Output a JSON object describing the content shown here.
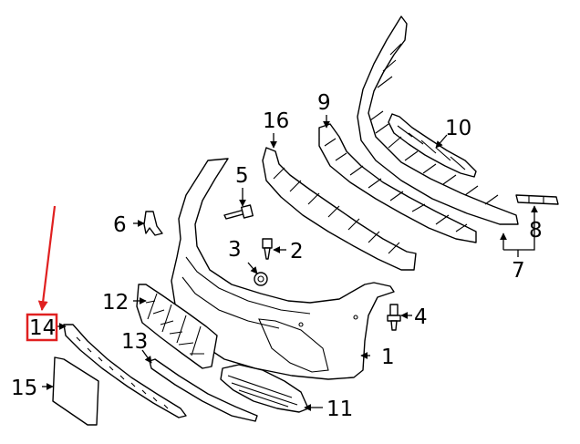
{
  "diagram": {
    "callouts": [
      {
        "id": "c1",
        "text": "1"
      },
      {
        "id": "c2",
        "text": "2"
      },
      {
        "id": "c3",
        "text": "3"
      },
      {
        "id": "c4",
        "text": "4"
      },
      {
        "id": "c5",
        "text": "5"
      },
      {
        "id": "c6",
        "text": "6"
      },
      {
        "id": "c7",
        "text": "7"
      },
      {
        "id": "c8",
        "text": "8"
      },
      {
        "id": "c9",
        "text": "9"
      },
      {
        "id": "c10",
        "text": "10"
      },
      {
        "id": "c11",
        "text": "11"
      },
      {
        "id": "c12",
        "text": "12"
      },
      {
        "id": "c13",
        "text": "13"
      },
      {
        "id": "c14",
        "text": "14"
      },
      {
        "id": "c15",
        "text": "15"
      },
      {
        "id": "c16",
        "text": "16"
      }
    ],
    "highlighted_callout": "14",
    "colors": {
      "line": "#000000",
      "highlight": "#e02020",
      "background": "#ffffff"
    }
  }
}
